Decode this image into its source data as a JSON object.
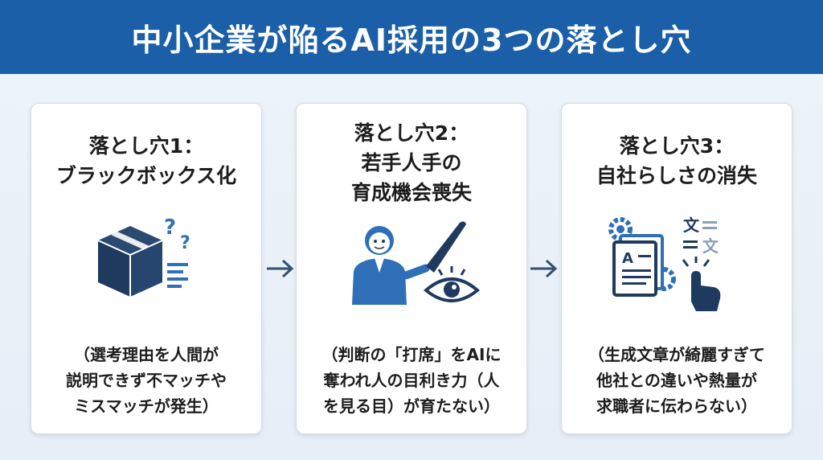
{
  "header": {
    "title": "中小企業が陥るAI採用の3つの落とし穴"
  },
  "cards": [
    {
      "title_lines": [
        "落とし穴1：",
        "ブラックボックス化"
      ],
      "icon": "black-box-icon",
      "desc_lines": [
        "（選考理由を人間が",
        "説明できず不マッチや",
        "ミスマッチが発生）"
      ]
    },
    {
      "title_lines": [
        "落とし穴2：",
        "若手人手の",
        "育成機会喪失"
      ],
      "icon": "mentor-eye-icon",
      "desc_lines": [
        "（判断の「打席」をAIに",
        "奪われ人の目利き力（人",
        "を見る目）が育たない）"
      ]
    },
    {
      "title_lines": [
        "落とし穴3：",
        "自社らしさの消失"
      ],
      "icon": "documents-translate-icon",
      "icon_text": {
        "ja": "文",
        "en": "A"
      },
      "desc_lines": [
        "（生成文章が綺麗すぎて",
        "他社との違いや熱量が",
        "求職者に伝わらない）"
      ]
    }
  ],
  "colors": {
    "header": "#1b5fa8",
    "icon_navy": "#1f3a5f",
    "icon_blue": "#2f6fb8",
    "arrow": "#33506e"
  }
}
